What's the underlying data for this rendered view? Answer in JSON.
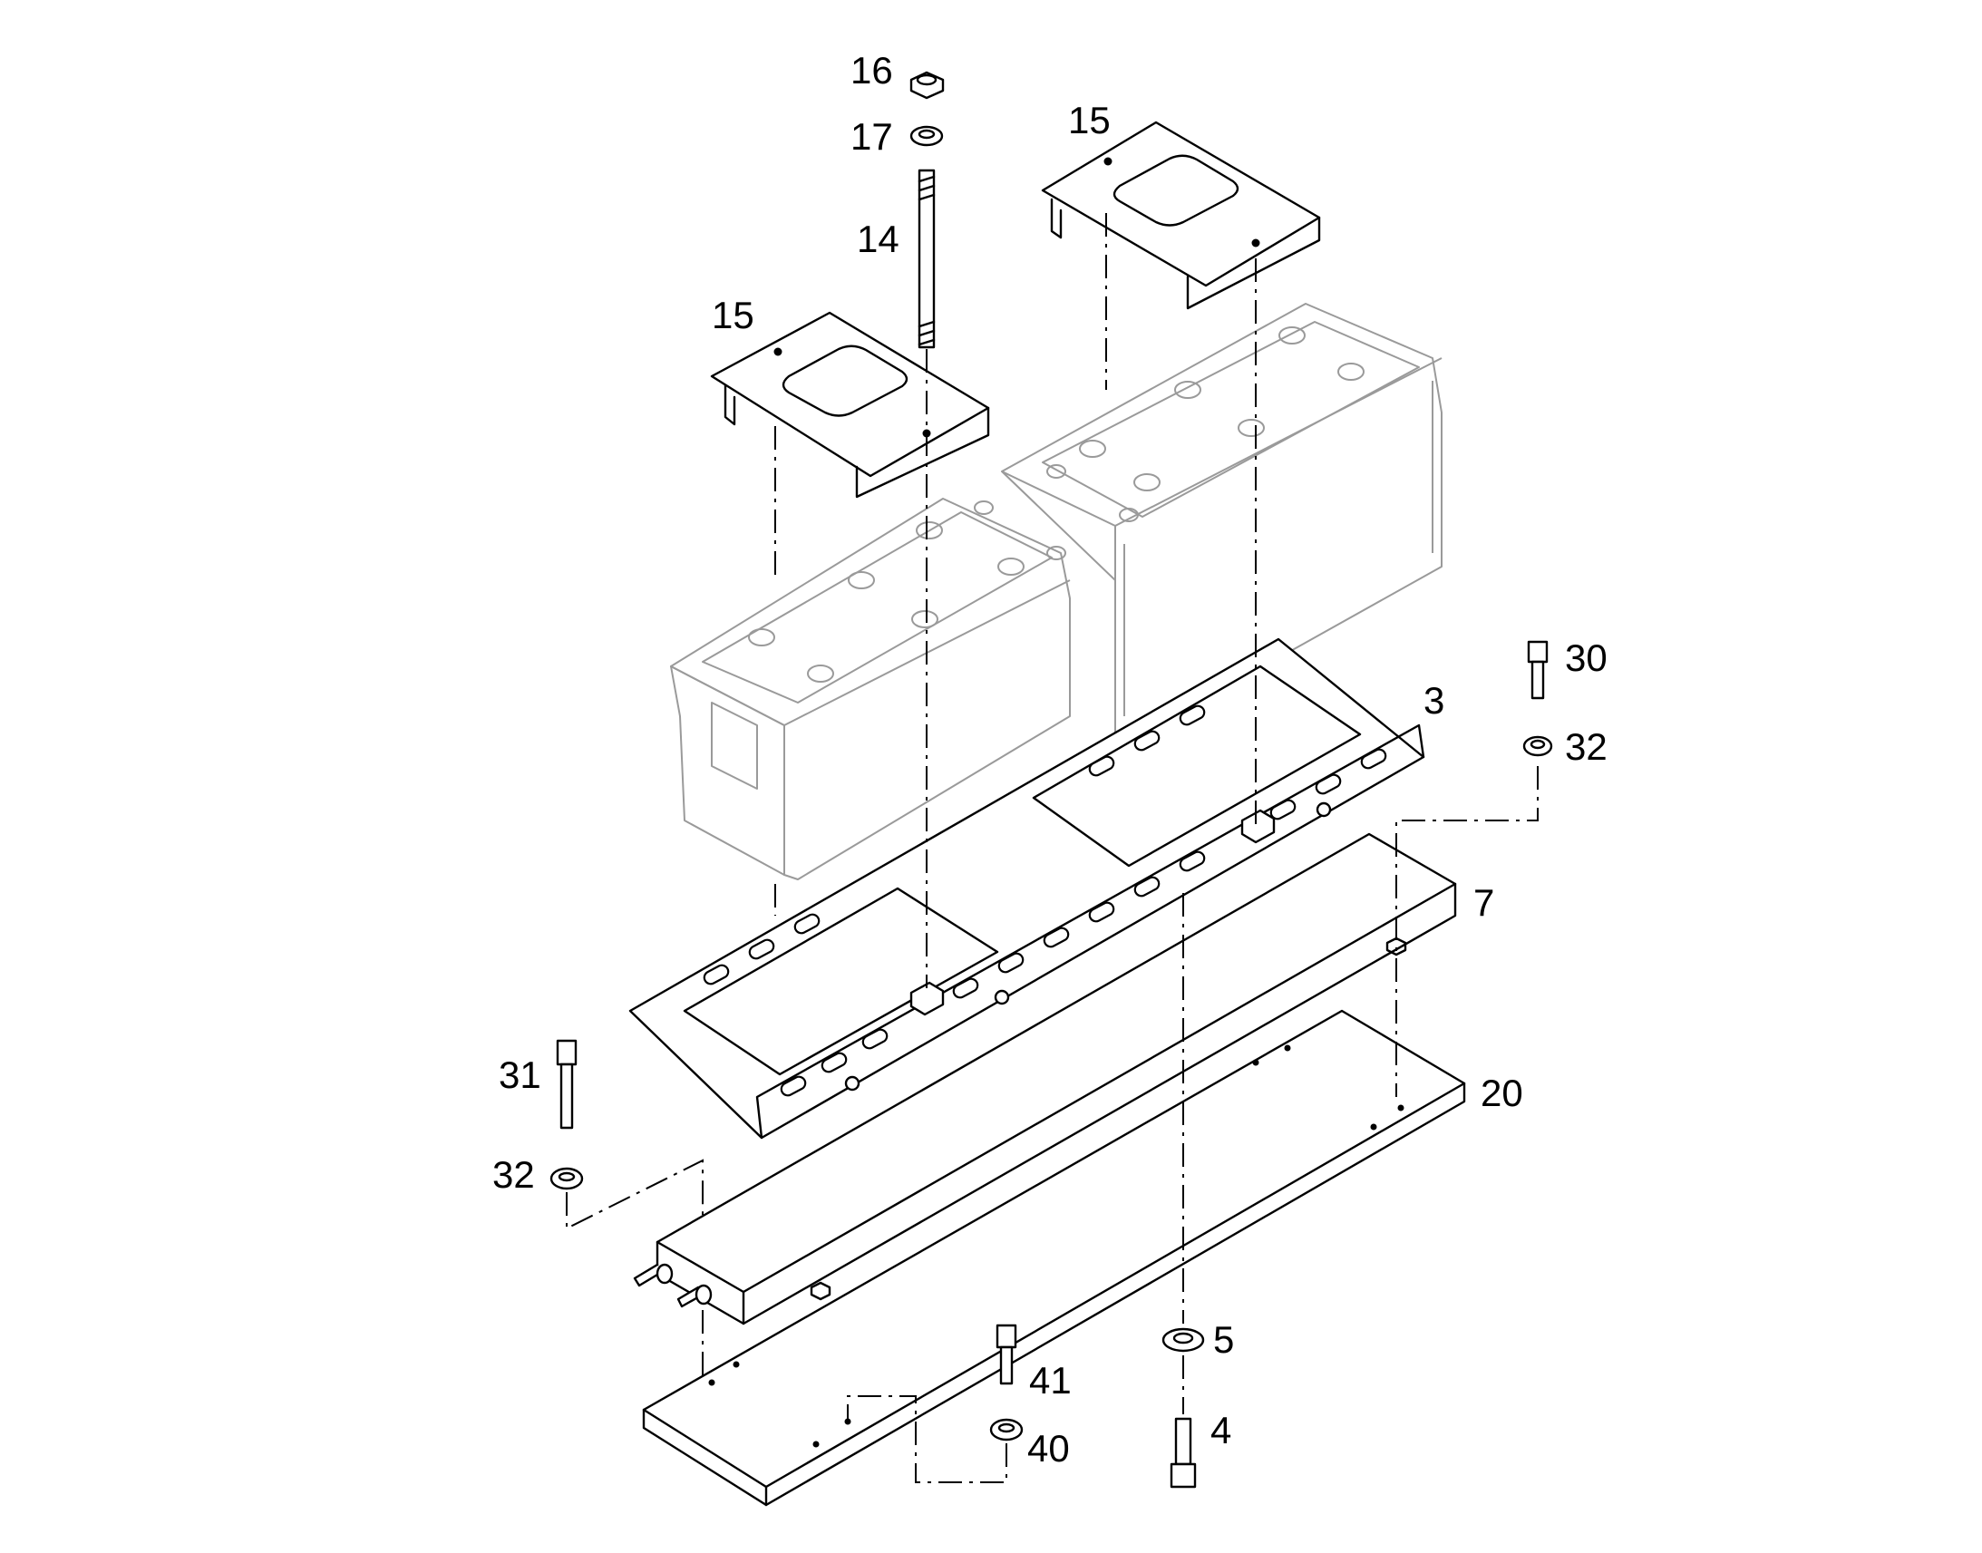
{
  "callouts": {
    "c16": "16",
    "c17": "17",
    "c14": "14",
    "c15a": "15",
    "c15b": "15",
    "c3": "3",
    "c30": "30",
    "c32a": "32",
    "c7": "7",
    "c31": "31",
    "c32b": "32",
    "c20": "20",
    "c5": "5",
    "c41": "41",
    "c4": "4",
    "c40": "40"
  },
  "colors": {
    "line": "#000000",
    "ghost": "#9a9a9a",
    "background": "#ffffff"
  }
}
